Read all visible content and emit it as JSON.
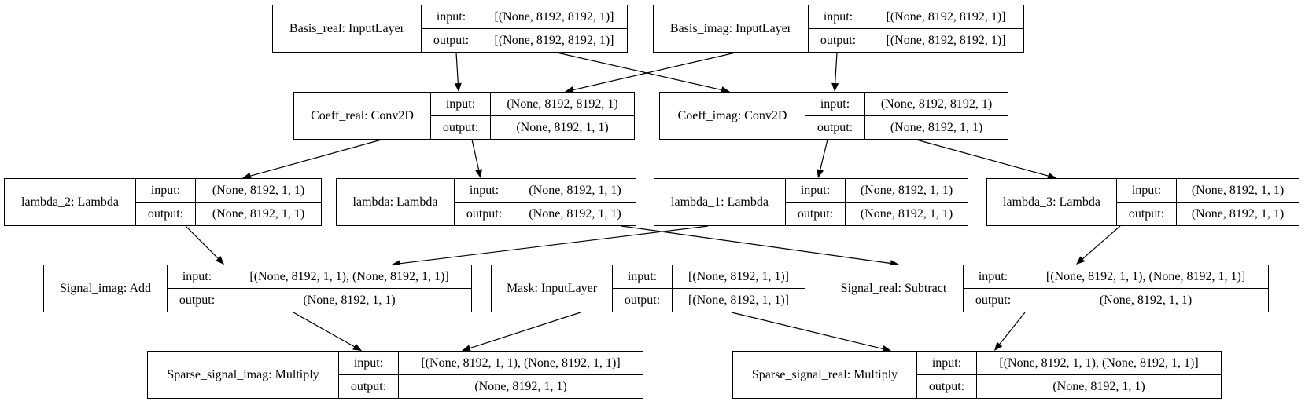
{
  "labels": {
    "input": "input:",
    "output": "output:"
  },
  "nodes": [
    {
      "id": "basis_real",
      "name": "Basis_real: InputLayer",
      "input": "[(None, 8192, 8192, 1)]",
      "output": "[(None, 8192, 8192, 1)]"
    },
    {
      "id": "basis_imag",
      "name": "Basis_imag: InputLayer",
      "input": "[(None, 8192, 8192, 1)]",
      "output": "[(None, 8192, 8192, 1)]"
    },
    {
      "id": "coeff_real",
      "name": "Coeff_real: Conv2D",
      "input": "(None, 8192, 8192, 1)",
      "output": "(None, 8192, 1, 1)"
    },
    {
      "id": "coeff_imag",
      "name": "Coeff_imag: Conv2D",
      "input": "(None, 8192, 8192, 1)",
      "output": "(None, 8192, 1, 1)"
    },
    {
      "id": "lambda_2",
      "name": "lambda_2: Lambda",
      "input": "(None, 8192, 1, 1)",
      "output": "(None, 8192, 1, 1)"
    },
    {
      "id": "lambda",
      "name": "lambda: Lambda",
      "input": "(None, 8192, 1, 1)",
      "output": "(None, 8192, 1, 1)"
    },
    {
      "id": "lambda_1",
      "name": "lambda_1: Lambda",
      "input": "(None, 8192, 1, 1)",
      "output": "(None, 8192, 1, 1)"
    },
    {
      "id": "lambda_3",
      "name": "lambda_3: Lambda",
      "input": "(None, 8192, 1, 1)",
      "output": "(None, 8192, 1, 1)"
    },
    {
      "id": "signal_imag",
      "name": "Signal_imag: Add",
      "input": "[(None, 8192, 1, 1), (None, 8192, 1, 1)]",
      "output": "(None, 8192, 1, 1)"
    },
    {
      "id": "mask",
      "name": "Mask: InputLayer",
      "input": "[(None, 8192, 1, 1)]",
      "output": "[(None, 8192, 1, 1)]"
    },
    {
      "id": "signal_real",
      "name": "Signal_real: Subtract",
      "input": "[(None, 8192, 1, 1), (None, 8192, 1, 1)]",
      "output": "(None, 8192, 1, 1)"
    },
    {
      "id": "sparse_imag",
      "name": "Sparse_signal_imag: Multiply",
      "input": "[(None, 8192, 1, 1), (None, 8192, 1, 1)]",
      "output": "(None, 8192, 1, 1)"
    },
    {
      "id": "sparse_real",
      "name": "Sparse_signal_real: Multiply",
      "input": "[(None, 8192, 1, 1), (None, 8192, 1, 1)]",
      "output": "(None, 8192, 1, 1)"
    }
  ],
  "edges": [
    [
      "basis_real",
      "coeff_real"
    ],
    [
      "basis_real",
      "coeff_imag"
    ],
    [
      "basis_imag",
      "coeff_real"
    ],
    [
      "basis_imag",
      "coeff_imag"
    ],
    [
      "coeff_real",
      "lambda_2"
    ],
    [
      "coeff_real",
      "lambda"
    ],
    [
      "coeff_imag",
      "lambda_1"
    ],
    [
      "coeff_imag",
      "lambda_3"
    ],
    [
      "lambda_2",
      "signal_imag"
    ],
    [
      "lambda_1",
      "signal_imag"
    ],
    [
      "lambda",
      "signal_real"
    ],
    [
      "lambda_3",
      "signal_real"
    ],
    [
      "signal_imag",
      "sparse_imag"
    ],
    [
      "mask",
      "sparse_imag"
    ],
    [
      "mask",
      "sparse_real"
    ],
    [
      "signal_real",
      "sparse_real"
    ]
  ]
}
